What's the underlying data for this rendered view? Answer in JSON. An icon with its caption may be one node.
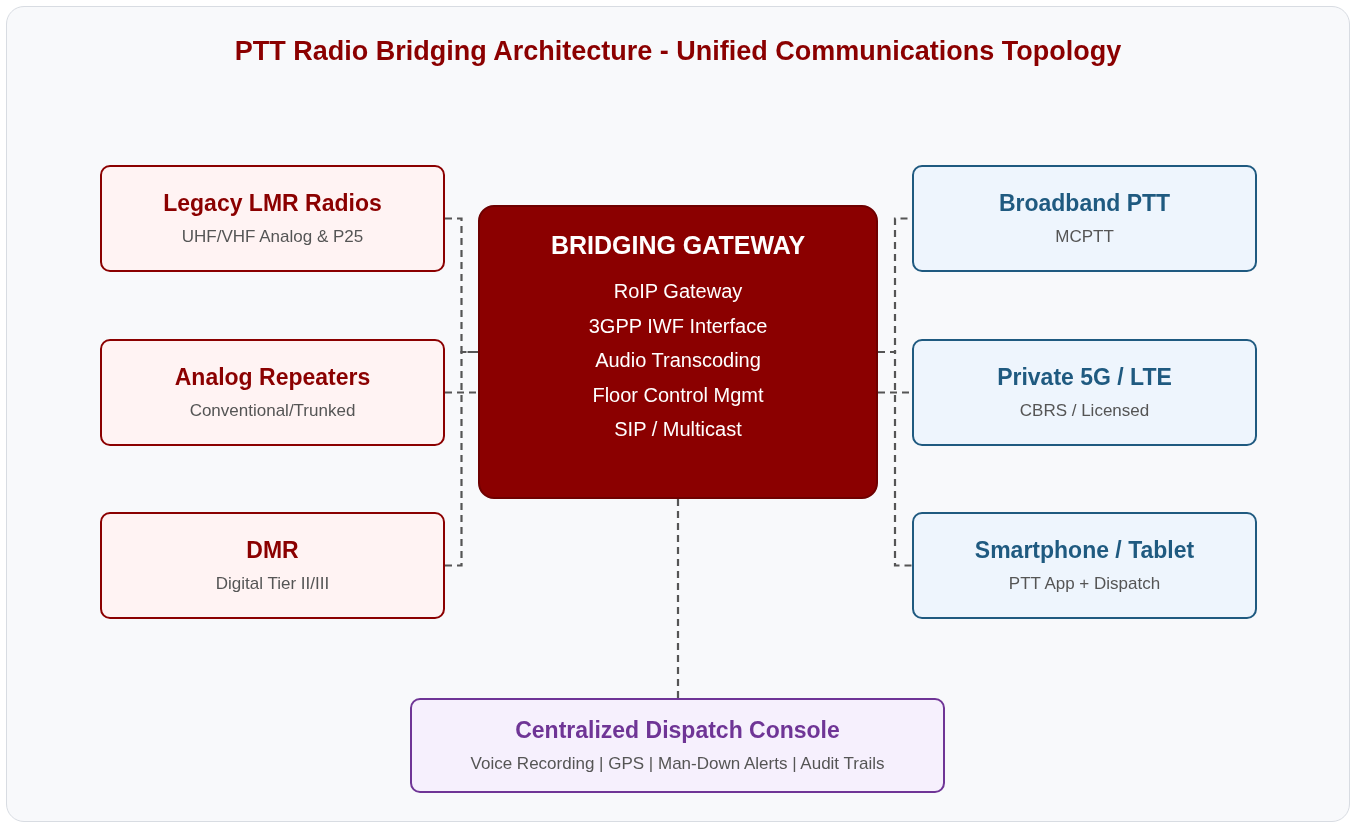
{
  "diagram": {
    "title": "PTT Radio Bridging Architecture - Unified Communications Topology",
    "nodes": [
      {
        "text": [
          "Legacy LMR Radios",
          "UHF/VHF Analog & P25"
        ]
      },
      {
        "text": [
          "BRIDGING GATEWAY",
          "RoIP Gateway",
          "3GPP IWF Interface",
          "Audio Transcoding",
          "Floor Control Mgmt",
          "SIP / Multicast"
        ]
      },
      {
        "text": [
          "Broadband PTT",
          "MCPTT"
        ]
      },
      {
        "text": [
          "Analog Repeaters",
          "Conventional/Trunked"
        ]
      },
      {
        "text": [
          "Private 5G / LTE",
          "CBRS / Licensed"
        ]
      },
      {
        "text": [
          "DMR",
          "Digital Tier II/III"
        ]
      },
      {
        "text": [
          "Smartphone / Tablet",
          "PTT App + Dispatch"
        ]
      },
      {
        "text": [
          "Centralized Dispatch Console",
          "Voice Recording | GPS | Man-Down Alerts | Audit Trails"
        ]
      }
    ],
    "edges": [
      {
        "from": 0,
        "to": 1,
        "arrow": "none",
        "style": "dashed"
      },
      {
        "from": 3,
        "to": 1,
        "arrow": "none",
        "style": "dashed"
      },
      {
        "from": 5,
        "to": 1,
        "arrow": "none",
        "style": "dashed"
      },
      {
        "from": 2,
        "to": 1,
        "arrow": "none",
        "style": "dashed"
      },
      {
        "from": 4,
        "to": 1,
        "arrow": "none",
        "style": "dashed"
      },
      {
        "from": 6,
        "to": 1,
        "arrow": "none",
        "style": "dashed"
      },
      {
        "from": 1,
        "to": 7,
        "arrow": "none",
        "style": "dashed"
      }
    ]
  }
}
